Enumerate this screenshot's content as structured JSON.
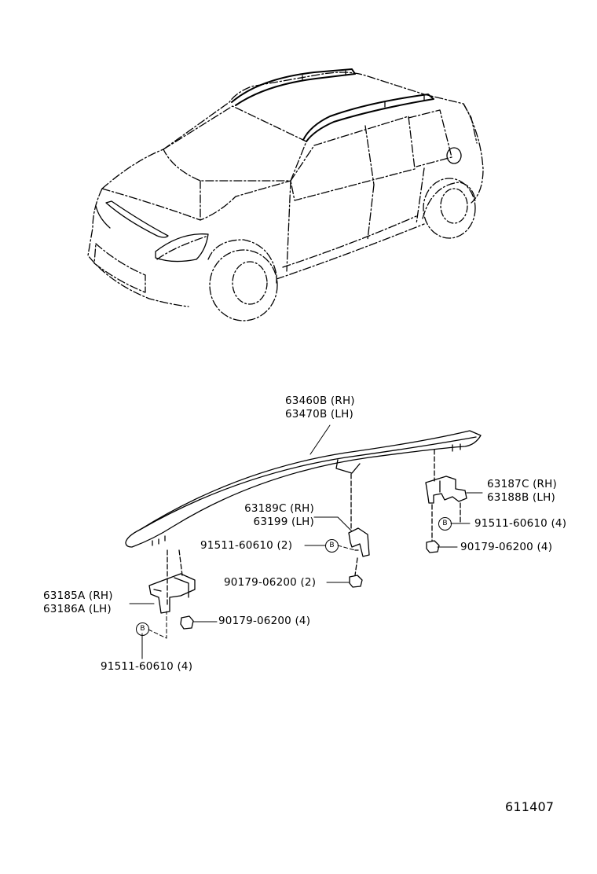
{
  "labels": {
    "rail_rh": "63460B (RH)",
    "rail_lh": "63470B (LH)",
    "bracket_rear_rh": "63187C (RH)",
    "bracket_rear_lh": "63188B (LH)",
    "bracket_mid_rh": "63189C (RH)",
    "bracket_mid_lh": "63199 (LH)",
    "bracket_front_rh": "63185A (RH)",
    "bracket_front_lh": "63186A (LH)",
    "rivet_mid": "91511-60610 (2)",
    "rivet_rear": "91511-60610 (4)",
    "rivet_front": "91511-60610 (4)",
    "nut_rear": "90179-06200 (4)",
    "nut_mid": "90179-06200 (2)",
    "nut_front": "90179-06200 (4)",
    "circle_b": "B",
    "diagram_id": "611407"
  }
}
